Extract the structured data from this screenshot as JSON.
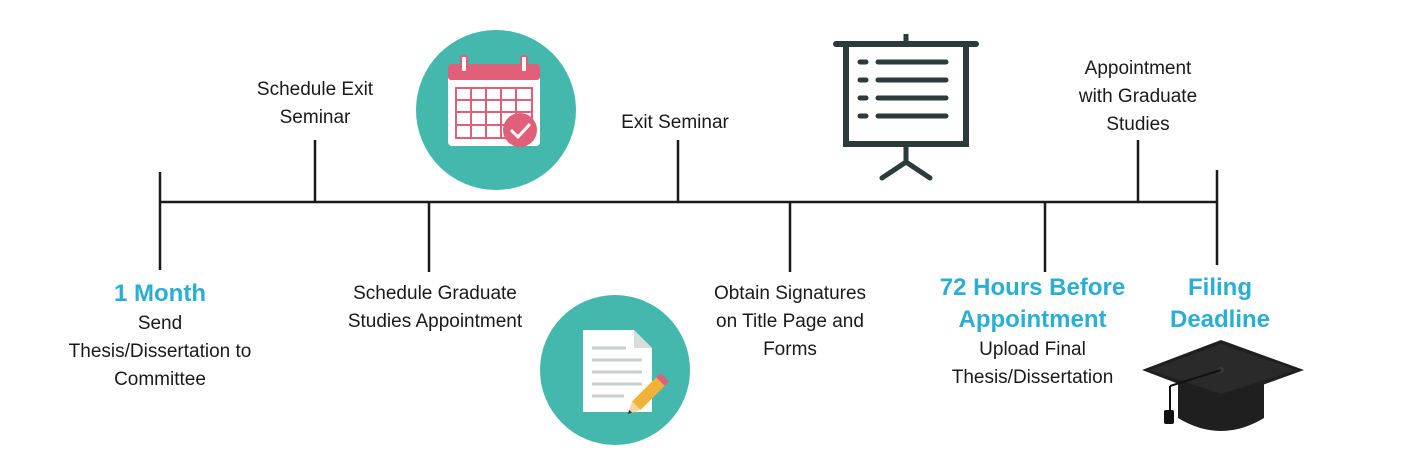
{
  "colors": {
    "highlight": "#2aaed4",
    "teal_circle": "#45b8ae",
    "line": "#1a1a1a",
    "calendar_accent": "#e0607a",
    "icon_dark": "#2b3a3a"
  },
  "icons": [
    "calendar-check-icon",
    "presentation-board-icon",
    "document-pencil-icon",
    "graduation-cap-icon"
  ],
  "milestones": {
    "one_month": {
      "headline": "1 Month",
      "text": "Send\nThesis/Dissertation to\nCommittee"
    },
    "schedule_exit_seminar": {
      "text": "Schedule Exit\nSeminar"
    },
    "schedule_gs_appointment": {
      "text": "Schedule Graduate\nStudies Appointment"
    },
    "exit_seminar": {
      "text": "Exit Seminar"
    },
    "obtain_signatures": {
      "text": "Obtain Signatures\non Title Page and\nForms"
    },
    "seventy_two_hours": {
      "headline": "72 Hours Before\nAppointment",
      "text": "Upload Final\nThesis/Dissertation"
    },
    "appointment_gs": {
      "text": "Appointment\nwith Graduate\nStudies"
    },
    "filing_deadline": {
      "headline": "Filing\nDeadline"
    }
  }
}
